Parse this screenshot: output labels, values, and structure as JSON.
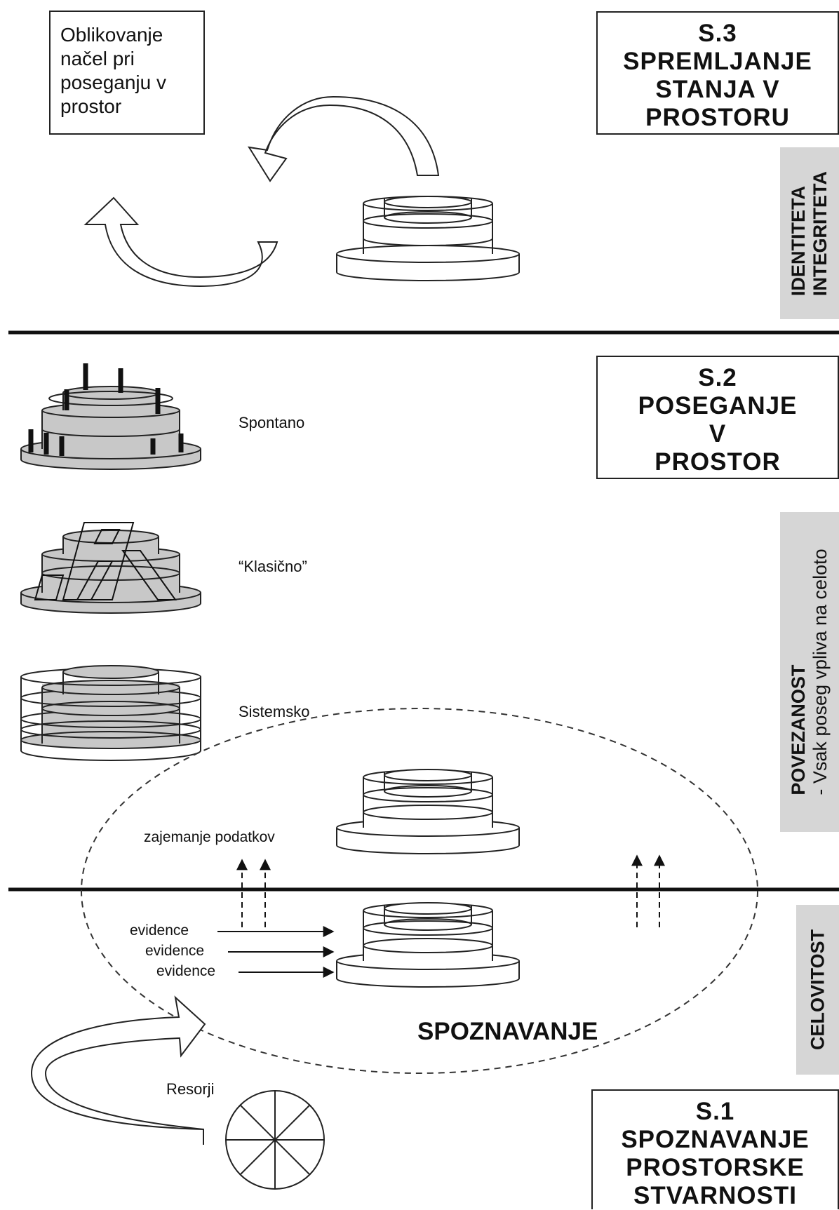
{
  "top_note": {
    "lines": [
      "Oblikovanje",
      "načel pri",
      "poseganju v",
      "prostor"
    ]
  },
  "stages": {
    "s3": {
      "lines": [
        "S.3",
        "SPREMLJANJE",
        "STANJA V",
        "PROSTORU"
      ]
    },
    "s2": {
      "lines": [
        "S.2",
        "POSEGANJE",
        "V",
        "PROSTOR"
      ]
    },
    "s1": {
      "lines": [
        "S.1",
        "SPOZNAVANJE",
        "PROSTORSKE",
        "STVARNOSTI"
      ]
    }
  },
  "side_labels": {
    "identiteta": {
      "line1": "IDENTITETA",
      "line2": "INTEGRITETA"
    },
    "povezanost": {
      "line1": "POVEZANOST",
      "line2": "- Vsak poseg vpliva na celoto"
    },
    "celovitost": {
      "line1": "CELOVITOST"
    }
  },
  "approaches": {
    "spontano": "Spontano",
    "klasicno": "“Klasično”",
    "sistemsko": "Sistemsko"
  },
  "labels": {
    "zajemanje": "zajemanje podatkov",
    "evidence": [
      "evidence",
      "evidence",
      "evidence"
    ],
    "spoznavanje": "SPOZNAVANJE",
    "resorji": "Resorji"
  },
  "colors": {
    "line": "#111111",
    "fill_gray": "#c8c8c8",
    "side_bg": "#d6d6d6"
  }
}
